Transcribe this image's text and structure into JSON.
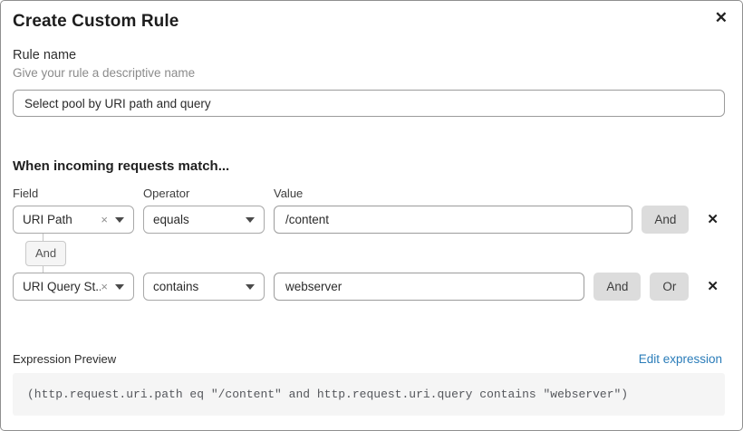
{
  "dialog": {
    "title": "Create Custom Rule"
  },
  "icons": {
    "close": "✕",
    "remove_row": "✕",
    "clear_selection": "×"
  },
  "rule_name": {
    "label": "Rule name",
    "hint": "Give your rule a descriptive name",
    "value": "Select pool by URI path and query"
  },
  "match": {
    "heading": "When incoming requests match...",
    "columns": {
      "field": "Field",
      "operator": "Operator",
      "value": "Value"
    },
    "connector": "And",
    "rows": [
      {
        "field": "URI Path",
        "operator": "equals",
        "value": "/content",
        "and_label": "And"
      },
      {
        "field": "URI Query St...",
        "operator": "contains",
        "value": "webserver",
        "and_label": "And",
        "or_label": "Or"
      }
    ]
  },
  "expression": {
    "label": "Expression Preview",
    "edit_link": "Edit expression",
    "code": "(http.request.uri.path eq \"/content\" and http.request.uri.query contains \"webserver\")"
  },
  "colors": {
    "link_blue": "#2a7cb9",
    "button_gray": "#dcdcdc",
    "code_background": "#f5f5f5",
    "border_gray": "#9b9b9b"
  }
}
